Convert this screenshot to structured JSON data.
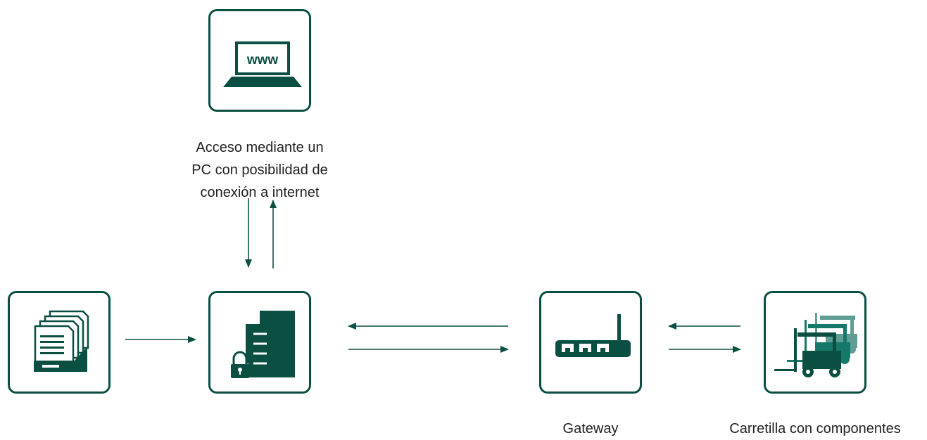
{
  "colors": {
    "primary": "#0b4f43",
    "secondary": "#16786a",
    "text": "#222222"
  },
  "nodes": {
    "pc": {
      "icon": "laptop-www-icon",
      "screen_text": "www",
      "label_lines": [
        "Acceso mediante un",
        "PC con posibilidad de",
        "conexión a internet"
      ]
    },
    "archive": {
      "icon": "file-archive-icon"
    },
    "server": {
      "icon": "secure-server-icon"
    },
    "gateway": {
      "icon": "router-icon",
      "label": "Gateway"
    },
    "forklift": {
      "icon": "forklift-fleet-icon",
      "label": "Carretilla con componentes"
    }
  }
}
